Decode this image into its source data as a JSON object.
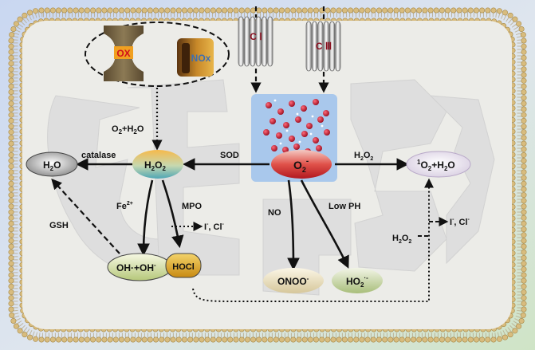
{
  "enzymes": {
    "oxidase_left": "OX",
    "nox": "NOx",
    "complex1": "C Ⅰ",
    "complex3": "C Ⅲ"
  },
  "nodes": {
    "o2_h2o": "O",
    "o2_h2o_sub": "2",
    "o2_h2o_tail": "+H",
    "o2_h2o_sub2": "2",
    "o2_h2o_end": "O",
    "h2o_left": "H",
    "h2o_left_sub": "2",
    "h2o_left_end": "O",
    "h2o2_center": "H",
    "h2o2_sub1": "2",
    "h2o2_mid": "O",
    "h2o2_sub2": "2",
    "superoxide": "O",
    "superoxide_sub": "2",
    "superoxide_sup": "-",
    "singlet": "O",
    "singlet_sup": "1",
    "singlet_sub": "2",
    "singlet_tail": "+H",
    "singlet_sub2": "2",
    "singlet_end": "O",
    "hydroxyl": "OH·+OH",
    "hydroxyl_sup": "-",
    "hocl": "HOCl",
    "onoo": "ONOO",
    "onoo_sup": "-",
    "ho2": "HO",
    "ho2_sub": "2",
    "ho2_sup": "·-"
  },
  "labels": {
    "catalase": "catalase",
    "sod": "SOD",
    "h2o2_arrow": "H",
    "h2o2_arrow_sub1": "2",
    "h2o2_arrow_mid": "O",
    "h2o2_arrow_sub2": "2",
    "fe": "Fe",
    "fe_sup": "2+",
    "mpo": "MPO",
    "gsh": "GSH",
    "no": "NO",
    "low_ph": "Low PH",
    "halide1": "I",
    "halide1_sup": "-",
    "halide1_tail": ", Cl",
    "halide1_sup2": "-",
    "halide2": "I",
    "halide2_sup": "-",
    "halide2_tail": ", Cl",
    "halide2_sup2": "-",
    "h2o2_lower": "H",
    "h2o2_lower_sub1": "2",
    "h2o2_lower_mid": "O",
    "h2o2_lower_sub2": "2"
  },
  "colors": {
    "bg_blue": "#cfdcf2",
    "bg_green": "#d9ead2",
    "cell_fill": "#eeeeea",
    "lipid_head": "#d8bc7e",
    "mito_fill": "#dcdcdc",
    "superoxide_box": "#a9c8ec",
    "particle_red": "#b3122b"
  }
}
